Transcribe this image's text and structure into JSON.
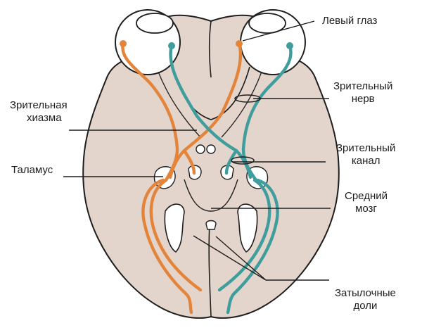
{
  "labels": {
    "left_eye": "Левый глаз",
    "optic_nerve": [
      "Зрительный",
      "нерв"
    ],
    "optic_chiasm": [
      "Зрительная",
      "хиазма"
    ],
    "optic_canal": [
      "Зрительный",
      "канал"
    ],
    "thalamus": "Таламус",
    "midbrain": [
      "Средний",
      "мозг"
    ],
    "occipital_lobes": [
      "Затылочные",
      "доли"
    ]
  },
  "colors": {
    "brain": "#e3d5cb",
    "outline": "#1e1e1e",
    "left_pathway": "#e3843a",
    "right_pathway": "#3f9d9d",
    "eye": "#ffffff"
  }
}
